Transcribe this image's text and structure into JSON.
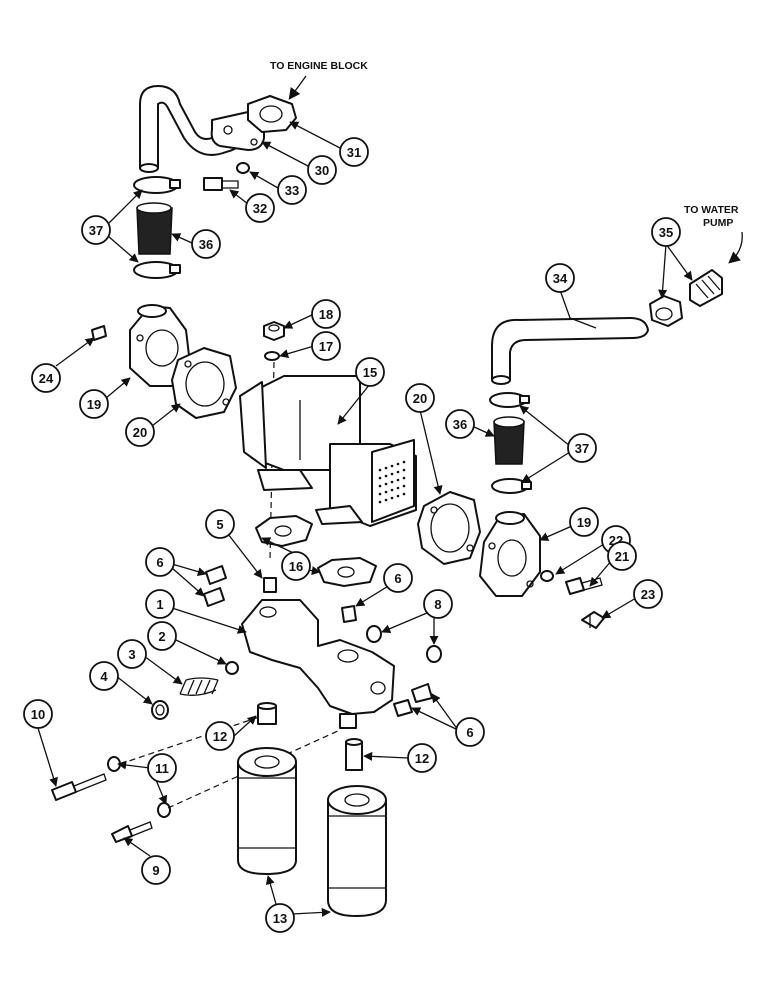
{
  "captions": {
    "engine_block": "TO ENGINE BLOCK",
    "water_pump_line1": "TO WATER",
    "water_pump_line2": "PUMP"
  },
  "callouts": {
    "c1": "1",
    "c2": "2",
    "c3": "3",
    "c4": "4",
    "c5": "5",
    "c6a": "6",
    "c6b": "6",
    "c6c": "6",
    "c8": "8",
    "c9": "9",
    "c10": "10",
    "c11": "11",
    "c12a": "12",
    "c12b": "12",
    "c13": "13",
    "c15": "15",
    "c16": "16",
    "c17": "17",
    "c18": "18",
    "c19a": "19",
    "c19b": "19",
    "c20a": "20",
    "c20b": "20",
    "c21": "21",
    "c22": "22",
    "c23": "23",
    "c24": "24",
    "c30": "30",
    "c31": "31",
    "c32": "32",
    "c33": "33",
    "c34": "34",
    "c35": "35",
    "c36a": "36",
    "c36b": "36",
    "c37a": "37",
    "c37b": "37"
  }
}
